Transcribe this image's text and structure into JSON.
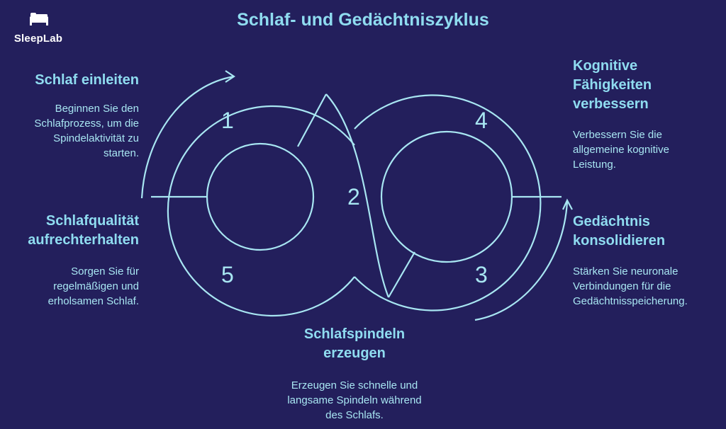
{
  "brand": {
    "name": "SleepLab",
    "icon": "bed-icon"
  },
  "title": "Schlaf- und Gedächtniszyklus",
  "segments": {
    "s1": "1",
    "s2": "2",
    "s3": "3",
    "s4": "4",
    "s5": "5"
  },
  "steps": {
    "step1": {
      "title": "Schlaf einleiten",
      "text": [
        "Beginnen Sie den",
        "Schlafprozess, um die",
        "Spindelaktivität zu",
        "starten."
      ]
    },
    "step2": {
      "title": [
        "Schlafspindeln",
        "erzeugen"
      ],
      "text": [
        "Erzeugen Sie schnelle und",
        "langsame Spindeln während",
        "des Schlafs."
      ]
    },
    "step3": {
      "title": [
        "Gedächtnis",
        "konsolidieren"
      ],
      "text": [
        "Stärken Sie neuronale",
        "Verbindungen für die",
        "Gedächtnisspeicherung."
      ]
    },
    "step4": {
      "title": [
        "Kognitive",
        "Fähigkeiten",
        "verbessern"
      ],
      "text": [
        "Verbessern Sie die",
        "allgemeine kognitive",
        "Leistung."
      ]
    },
    "step5": {
      "title": [
        "Schlafqualität",
        "aufrechterhalten"
      ],
      "text": [
        "Sorgen Sie für",
        "regelmäßigen und",
        "erholsamen Schlaf."
      ]
    }
  },
  "colors": {
    "background": "#231f5c",
    "heading": "#8fdcf0",
    "text": "#a8e6f2",
    "line": "#a8e6f2"
  }
}
